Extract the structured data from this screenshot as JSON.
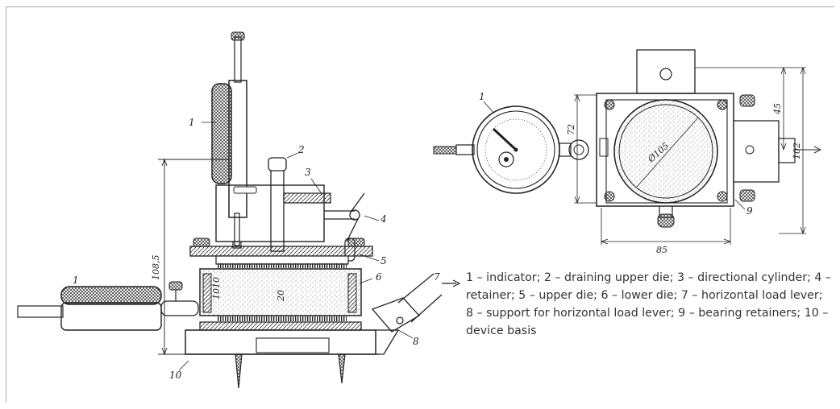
{
  "caption": "1 – indicator; 2  – draining upper die; 3 – directional cylinder; 4 – retainer; 5 – upper die; 6 – lower die; 7 – horizontal load lever; 8 – support for horizontal load lever; 9 – bearing retainers; 10 – device basis",
  "side_view": {
    "labels": [
      "1",
      "2",
      "3",
      "4",
      "5",
      "6",
      "7",
      "8",
      "1",
      "10"
    ],
    "dimensions": [
      "108,5",
      "10",
      "10",
      "20"
    ]
  },
  "top_view": {
    "labels": [
      "1",
      "9"
    ],
    "dimensions": [
      "72",
      "45",
      "102",
      "85",
      "Ø105"
    ]
  }
}
